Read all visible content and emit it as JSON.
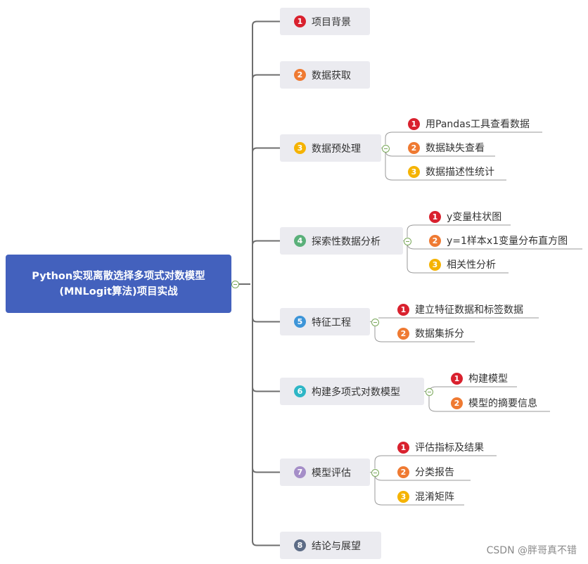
{
  "colors": {
    "root_bg": "#4361bd",
    "branch_bg": "#ebebf0",
    "connector": "#6e6e6e",
    "leaf_line": "#9a9a9a",
    "badge_1": "#d9212e",
    "badge_2": "#ef7a32",
    "badge_3": "#f5b301",
    "badge_4": "#5ab07a",
    "badge_5": "#3d95d8",
    "badge_6": "#2eb6c6",
    "badge_7": "#a58ec8",
    "badge_8": "#5d6c86"
  },
  "root": {
    "title": "Python实现离散选择多项式对数模型(MNLogit算法)项目实战"
  },
  "branches": [
    {
      "num": "1",
      "label": "项目背景",
      "children": []
    },
    {
      "num": "2",
      "label": "数据获取",
      "children": []
    },
    {
      "num": "3",
      "label": "数据预处理",
      "children": [
        {
          "num": "1",
          "label": "用Pandas工具查看数据"
        },
        {
          "num": "2",
          "label": "数据缺失查看"
        },
        {
          "num": "3",
          "label": "数据描述性统计"
        }
      ]
    },
    {
      "num": "4",
      "label": "探索性数据分析",
      "children": [
        {
          "num": "1",
          "label": "y变量柱状图"
        },
        {
          "num": "2",
          "label": "y=1样本x1变量分布直方图"
        },
        {
          "num": "3",
          "label": "相关性分析"
        }
      ]
    },
    {
      "num": "5",
      "label": "特征工程",
      "children": [
        {
          "num": "1",
          "label": "建立特征数据和标签数据"
        },
        {
          "num": "2",
          "label": "数据集拆分"
        }
      ]
    },
    {
      "num": "6",
      "label": "构建多项式对数模型",
      "children": [
        {
          "num": "1",
          "label": "构建模型"
        },
        {
          "num": "2",
          "label": "模型的摘要信息"
        }
      ]
    },
    {
      "num": "7",
      "label": "模型评估",
      "children": [
        {
          "num": "1",
          "label": "评估指标及结果"
        },
        {
          "num": "2",
          "label": "分类报告"
        },
        {
          "num": "3",
          "label": "混淆矩阵"
        }
      ]
    },
    {
      "num": "8",
      "label": "结论与展望",
      "children": []
    }
  ],
  "watermark": "CSDN @胖哥真不错"
}
